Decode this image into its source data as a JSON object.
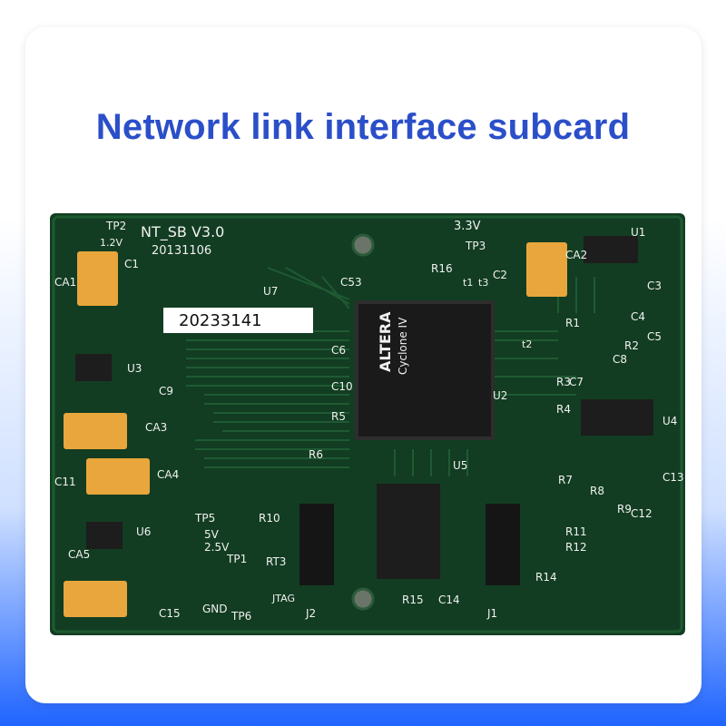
{
  "title": "Network link interface subcard",
  "colors": {
    "title": "#2b4fc9",
    "pcb": "#123d22",
    "silkscreen": "#f1f1f1",
    "background_bottom": "#1f64ff"
  },
  "board": {
    "model": "NT_SB V3.0",
    "date": "20131106",
    "serial_label": "20233141",
    "chips": {
      "fpga_brand": "ALTERA",
      "fpga_family": "Cyclone IV",
      "fpga_ref": "U2",
      "bottom_chip_ref": "U5",
      "right_chip_ref": "U4",
      "top_right_chip_ref": "U1",
      "regulator_top_ref": "U3",
      "regulator_bottom_ref": "U6",
      "crystal_ref": "U7"
    },
    "labels": {
      "ca1": "CA1",
      "ca2": "CA2",
      "ca3": "CA3",
      "ca4": "CA4",
      "ca5": "CA5",
      "c1": "C1",
      "c2": "C2",
      "c3": "C3",
      "c4": "C4",
      "c5": "C5",
      "c6": "C6",
      "c7": "C7",
      "c8": "C8",
      "c9": "C9",
      "c10": "C10",
      "c11": "C11",
      "c12": "C12",
      "c13": "C13",
      "c14": "C14",
      "c15": "C15",
      "c53": "C53",
      "r1": "R1",
      "r2": "R2",
      "r3": "R3",
      "r4": "R4",
      "r5": "R5",
      "r6": "R6",
      "r7": "R7",
      "r8": "R8",
      "r9": "R9",
      "r10": "R10",
      "r11": "R11",
      "r12": "R12",
      "r13": "RT3",
      "r14": "R14",
      "r15": "R15",
      "r16": "R16",
      "tp1": "TP1",
      "tp2": "TP2",
      "tp3": "TP3",
      "tp5": "TP5",
      "tp6": "TP6",
      "v12": "1.2V",
      "v33": "3.3V",
      "v5": "5V",
      "v25": "2.5V",
      "gnd": "GND",
      "j1": "J1",
      "j2": "J2",
      "jtag": "JTAG",
      "t1": "t1",
      "t2": "t2",
      "t3": "t3"
    }
  }
}
